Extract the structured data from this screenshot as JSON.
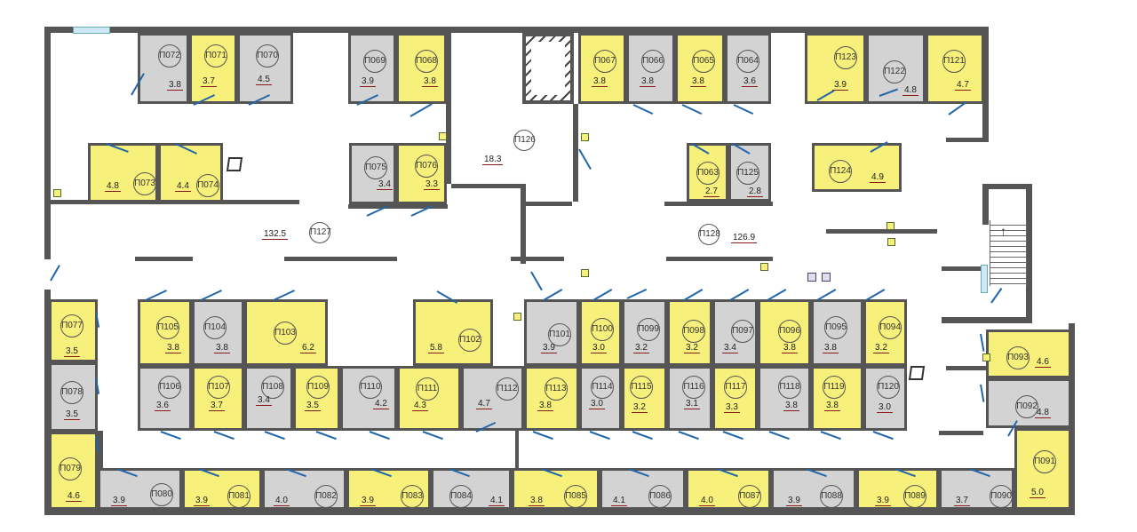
{
  "rooms": [
    {
      "id": "П072",
      "area": "3.8",
      "color": "gray"
    },
    {
      "id": "П071",
      "area": "3.7",
      "color": "yellow"
    },
    {
      "id": "П070",
      "area": "4.5",
      "color": "gray"
    },
    {
      "id": "П069",
      "area": "3.9",
      "color": "gray"
    },
    {
      "id": "П068",
      "area": "3.8",
      "color": "yellow"
    },
    {
      "id": "П067",
      "area": "3.8",
      "color": "yellow"
    },
    {
      "id": "П066",
      "area": "3.8",
      "color": "gray"
    },
    {
      "id": "П065",
      "area": "3.8",
      "color": "yellow"
    },
    {
      "id": "П064",
      "area": "3.6",
      "color": "gray"
    },
    {
      "id": "П123",
      "area": "3.9",
      "color": "yellow"
    },
    {
      "id": "П122",
      "area": "4.8",
      "color": "gray"
    },
    {
      "id": "П121",
      "area": "4.7",
      "color": "yellow"
    },
    {
      "id": "П073",
      "area": "4.8",
      "color": "yellow"
    },
    {
      "id": "П074",
      "area": "4.4",
      "color": "yellow"
    },
    {
      "id": "П075",
      "area": "3.4",
      "color": "gray"
    },
    {
      "id": "П076",
      "area": "3.3",
      "color": "yellow"
    },
    {
      "id": "П063",
      "area": "2.7",
      "color": "yellow"
    },
    {
      "id": "П125",
      "area": "2.8",
      "color": "gray"
    },
    {
      "id": "П124",
      "area": "4.9",
      "color": "yellow"
    },
    {
      "id": "П077",
      "area": "3.5",
      "color": "yellow"
    },
    {
      "id": "П078",
      "area": "3.5",
      "color": "gray"
    },
    {
      "id": "П079",
      "area": "4.6",
      "color": "yellow"
    },
    {
      "id": "П105",
      "area": "3.8",
      "color": "yellow"
    },
    {
      "id": "П104",
      "area": "3.8",
      "color": "gray"
    },
    {
      "id": "П103",
      "area": "6.2",
      "color": "yellow"
    },
    {
      "id": "П102",
      "area": "5.8",
      "color": "yellow"
    },
    {
      "id": "П101",
      "area": "3.9",
      "color": "gray"
    },
    {
      "id": "П100",
      "area": "3.0",
      "color": "yellow"
    },
    {
      "id": "П099",
      "area": "3.2",
      "color": "gray"
    },
    {
      "id": "П098",
      "area": "3.2",
      "color": "yellow"
    },
    {
      "id": "П097",
      "area": "3.4",
      "color": "gray"
    },
    {
      "id": "П096",
      "area": "3.8",
      "color": "yellow"
    },
    {
      "id": "П095",
      "area": "3.8",
      "color": "gray"
    },
    {
      "id": "П094",
      "area": "3.2",
      "color": "yellow"
    },
    {
      "id": "П106",
      "area": "3.6",
      "color": "gray"
    },
    {
      "id": "П107",
      "area": "3.7",
      "color": "yellow"
    },
    {
      "id": "П108",
      "area": "3.4",
      "color": "gray"
    },
    {
      "id": "П109",
      "area": "3.5",
      "color": "yellow"
    },
    {
      "id": "П110",
      "area": "4.2",
      "color": "gray"
    },
    {
      "id": "П111",
      "area": "4.3",
      "color": "yellow"
    },
    {
      "id": "П112",
      "area": "4.7",
      "color": "gray"
    },
    {
      "id": "П113",
      "area": "3.8",
      "color": "yellow"
    },
    {
      "id": "П114",
      "area": "3.0",
      "color": "gray"
    },
    {
      "id": "П115",
      "area": "3.2",
      "color": "yellow"
    },
    {
      "id": "П116",
      "area": "3.1",
      "color": "gray"
    },
    {
      "id": "П117",
      "area": "3.3",
      "color": "yellow"
    },
    {
      "id": "П118",
      "area": "3.8",
      "color": "gray"
    },
    {
      "id": "П119",
      "area": "3.8",
      "color": "yellow"
    },
    {
      "id": "П120",
      "area": "3.0",
      "color": "gray"
    },
    {
      "id": "П093",
      "area": "4.6",
      "color": "yellow"
    },
    {
      "id": "П092",
      "area": "4.8",
      "color": "gray"
    },
    {
      "id": "П091",
      "area": "5.0",
      "color": "yellow"
    },
    {
      "id": "П080",
      "area": "3.9",
      "color": "gray"
    },
    {
      "id": "П081",
      "area": "3.9",
      "color": "yellow"
    },
    {
      "id": "П082",
      "area": "4.0",
      "color": "gray"
    },
    {
      "id": "П083",
      "area": "3.9",
      "color": "yellow"
    },
    {
      "id": "П084",
      "area": "4.1",
      "color": "gray"
    },
    {
      "id": "П085",
      "area": "3.8",
      "color": "yellow"
    },
    {
      "id": "П086",
      "area": "4.1",
      "color": "gray"
    },
    {
      "id": "П087",
      "area": "4.0",
      "color": "yellow"
    },
    {
      "id": "П088",
      "area": "3.9",
      "color": "gray"
    },
    {
      "id": "П089",
      "area": "3.9",
      "color": "yellow"
    },
    {
      "id": "П090",
      "area": "3.7",
      "color": "gray"
    }
  ],
  "halls": [
    {
      "id": "П127",
      "area": "132.5"
    },
    {
      "id": "П126",
      "area": "18.3"
    },
    {
      "id": "П128",
      "area": "126.9"
    }
  ],
  "colors": {
    "available": "#f7f07a",
    "occupied": "#d3d3d3",
    "wall": "#555555",
    "door": "#2266aa",
    "area_underline": "#8a1a1a"
  }
}
